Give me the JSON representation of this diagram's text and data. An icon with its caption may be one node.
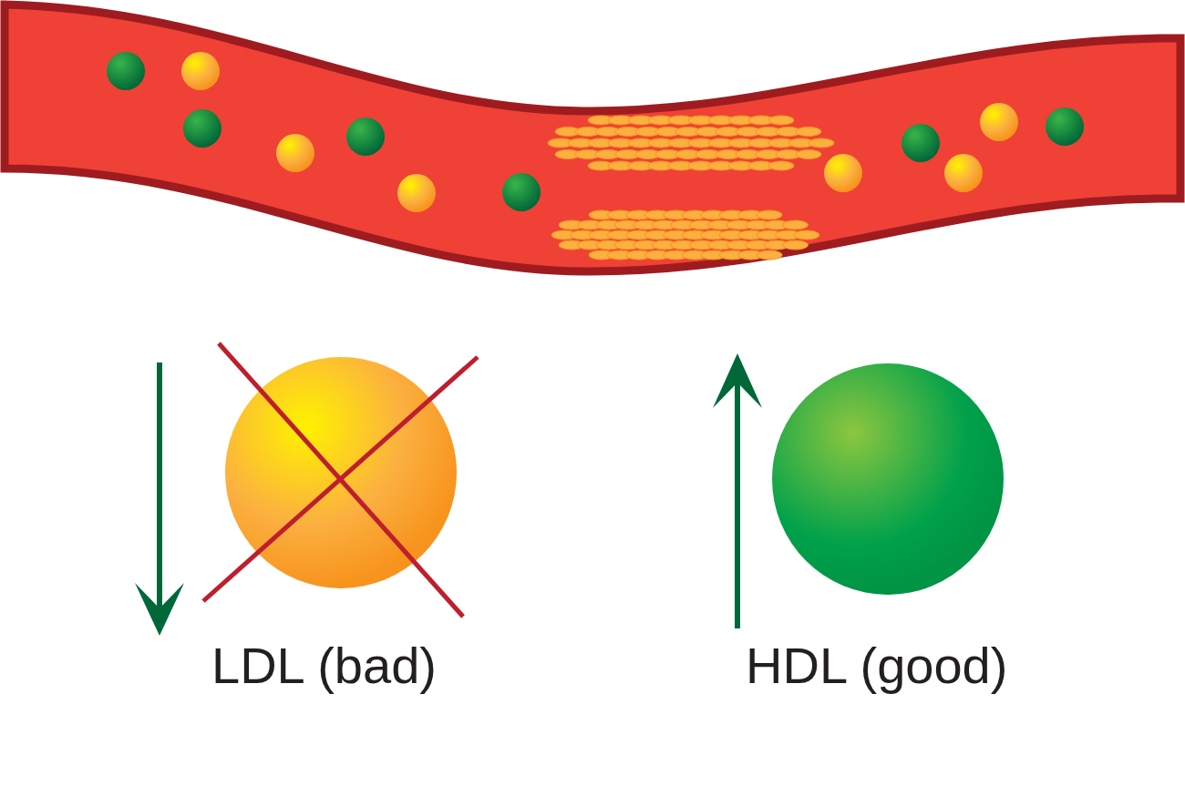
{
  "diagram": {
    "nodes": [
      {
        "text": [],
        "shape": "circle"
      },
      {
        "text": [],
        "shape": "circle"
      }
    ],
    "labels": [
      "LDL (bad)",
      "HDL (good)"
    ]
  }
}
